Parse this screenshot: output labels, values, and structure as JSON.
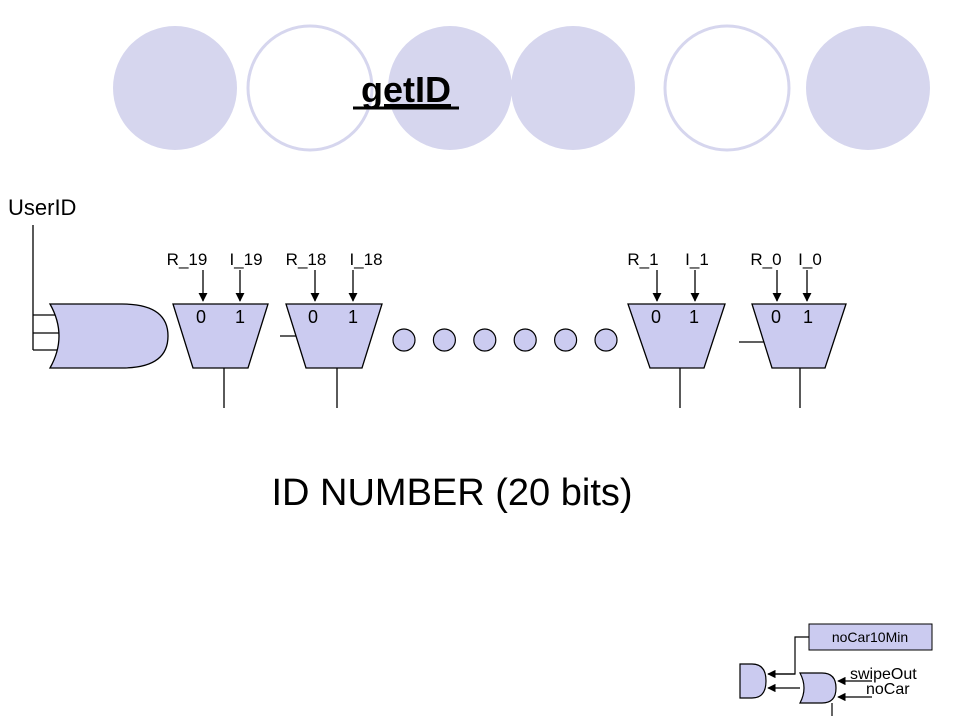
{
  "slide": {
    "title": "getID",
    "caption": "ID NUMBER (20 bits)"
  },
  "diagram": {
    "input_label": "UserID",
    "muxes": [
      {
        "label_r": "R_19",
        "label_i": "I_19",
        "in0": "0",
        "in1": "1"
      },
      {
        "label_r": "R_18",
        "label_i": "I_18",
        "in0": "0",
        "in1": "1"
      },
      {
        "label_r": "R_1",
        "label_i": "I_1",
        "in0": "0",
        "in1": "1"
      },
      {
        "label_r": "R_0",
        "label_i": "I_0",
        "in0": "0",
        "in1": "1"
      }
    ],
    "ellipsis_dot_count": 6,
    "mini_circuit": {
      "box_label": "noCar10Min",
      "swipe_label": "swipeOut",
      "nocar_label": "noCar"
    }
  },
  "colors": {
    "circle_fill": "#d6d6ee",
    "circle_outline": "#d6d6ee",
    "gate_fill": "#cbcbf0",
    "stroke": "#000000",
    "text": "#000000"
  }
}
